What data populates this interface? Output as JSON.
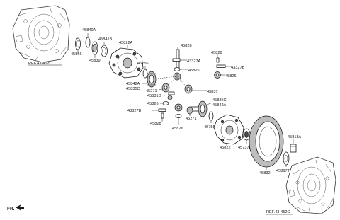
{
  "labels": {
    "p45840A": "45840A",
    "p45841B": "45841B",
    "p45866": "45866",
    "p45839": "45839",
    "p45822A": "45822A",
    "p45828_top": "45828",
    "p43327A": "43327A",
    "p45826_topmid": "45826",
    "p45828_right": "45828",
    "p43327B_right": "43327B",
    "p45826_right": "45826",
    "p45756_top": "45756",
    "p45842A_left": "45842A",
    "p45835C_left": "45835C",
    "p45271_left": "45271",
    "p45831D": "45831D",
    "p45826_left": "45826",
    "p45837": "45837",
    "p43327B_left": "43327B",
    "p45835C_right": "45835C",
    "p45842A_right": "45842A",
    "p45271_right": "45271",
    "p45828_bottom": "45828",
    "p45756_bottom": "45756",
    "p45826_bottom": "45826",
    "p45822": "45822",
    "p45737B": "45737B",
    "p45813A": "45813A",
    "p45867T": "45867T",
    "p45832": "45832"
  },
  "references": {
    "top_left": "REF.43-452C",
    "bottom_right": "REF.43-452C"
  },
  "front_marker": "FR."
}
